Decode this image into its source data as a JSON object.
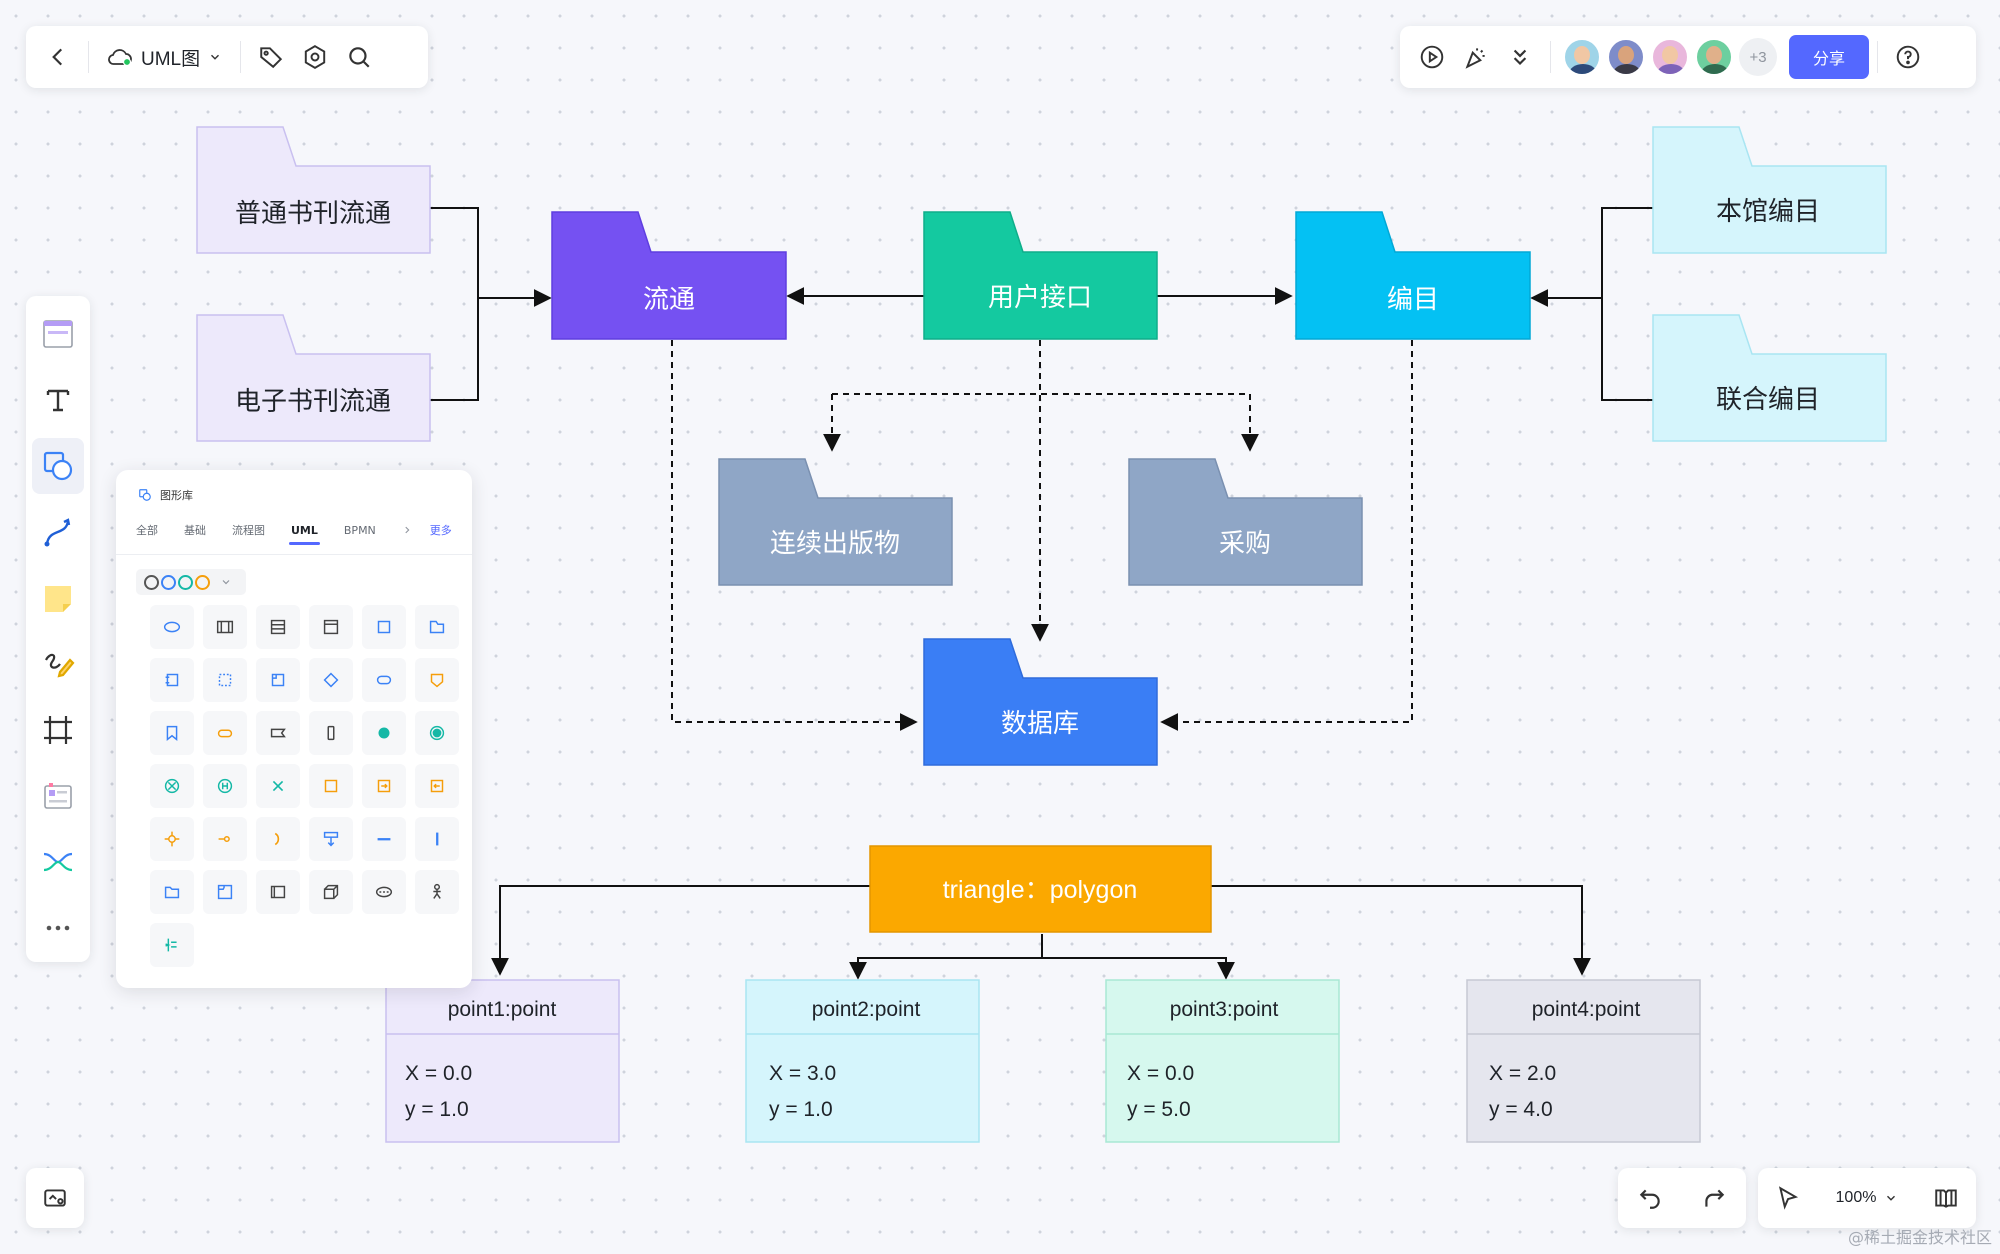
{
  "toolbar": {
    "file_title": "UML图"
  },
  "collab": {
    "extra_count": "+3",
    "share_label": "分享"
  },
  "shape_library": {
    "title": "图形库",
    "tabs": [
      "全部",
      "基础",
      "流程图",
      "UML",
      "BPMN",
      "更多"
    ],
    "active_tab": "UML"
  },
  "zoom": {
    "level": "100%"
  },
  "watermark": "@稀土掘金技术社区",
  "diagram": {
    "packages": {
      "pt_circ": "普通书刊流通",
      "e_circ": "电子书刊流通",
      "circ": "流通",
      "ui": "用户接口",
      "catalog": "编目",
      "local_cat": "本馆编目",
      "union_cat": "联合编目",
      "serial": "连续出版物",
      "purchase": "采购",
      "db": "数据库"
    },
    "triangle": "triangle：polygon",
    "points": [
      {
        "title": "point1:point",
        "x": "X = 0.0",
        "y": "y = 1.0"
      },
      {
        "title": "point2:point",
        "x": "X = 3.0",
        "y": "y = 1.0"
      },
      {
        "title": "point3:point",
        "x": "X = 0.0",
        "y": "y = 5.0"
      },
      {
        "title": "point4:point",
        "x": "X = 2.0",
        "y": "y = 4.0"
      }
    ]
  },
  "colors": {
    "circ": "#7551f2",
    "ui": "#14c9a0",
    "catalog": "#04c1f3",
    "light_purple": "#ede9fb",
    "light_cyan": "#d5f5fc",
    "grey_blue": "#8fa6c6",
    "db": "#3a7ef5",
    "triangle": "#fba800",
    "accent": "#5468ff"
  }
}
